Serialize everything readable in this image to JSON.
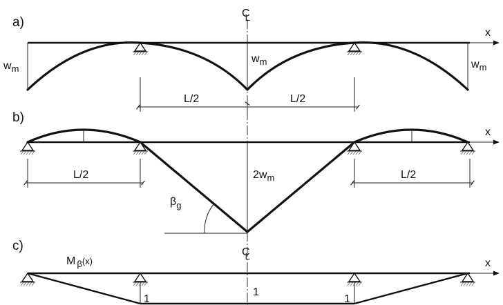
{
  "panels": {
    "a": {
      "tag": "a)",
      "cl": "C",
      "cl_sub": "L",
      "x_axis": "x",
      "w_left": "w",
      "w_left_sub": "m",
      "w_center": "w",
      "w_center_sub": "m",
      "w_right": "w",
      "w_right_sub": "m",
      "dim_left": "L/2",
      "dim_right": "L/2"
    },
    "b": {
      "tag": "b)",
      "x_axis": "x",
      "w_center": "2w",
      "w_center_sub": "m",
      "dim_left": "L/2",
      "dim_right": "L/2",
      "angle": "β",
      "angle_sub": "g"
    },
    "c": {
      "tag": "c)",
      "cl": "C",
      "cl_sub": "L",
      "x_axis": "x",
      "moment": "M",
      "moment_sub": "β",
      "moment_arg": "(x)",
      "val_left": "1",
      "val_center": "1",
      "val_right": "1"
    }
  },
  "colors": {
    "line": "#111111",
    "background": "#ffffff"
  }
}
